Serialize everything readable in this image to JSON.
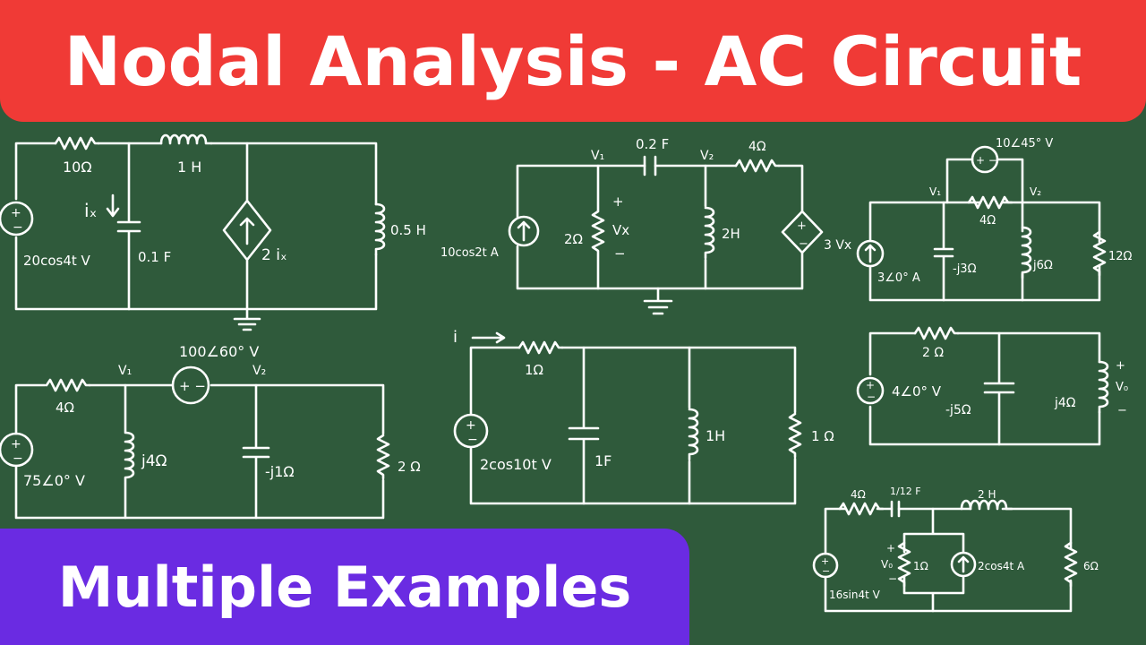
{
  "colors": {
    "board": "#2f5a3b",
    "title_bg": "#f03a36",
    "subtitle_bg": "#6a2be2",
    "chalk": "#ffffff"
  },
  "title": "Nodal Analysis - AC Circuit",
  "subtitle": "Multiple Examples",
  "circuits": {
    "c1": {
      "r_label": "10Ω",
      "l_label": "1 H",
      "ix_label": "iₓ",
      "c_label": "0.1 F",
      "src_label": "20cos4t V",
      "dep_label": "2 iₓ",
      "l2_label": "0.5 H"
    },
    "c2": {
      "v1": "V₁",
      "c_label": "0.2 F",
      "v2": "V₂",
      "r_top": "4Ω",
      "src_label": "10cos2t A",
      "r_label": "2Ω",
      "plus": "+",
      "vx": "Vx",
      "minus": "−",
      "l_label": "2H",
      "dep_label": "3 Vx"
    },
    "c3": {
      "src_top": "10∠45° V",
      "v1": "V₁",
      "v2": "V₂",
      "r_label": "4Ω",
      "src_label": "3∠0° A",
      "c_label": "-j3Ω",
      "l_label": "j6Ω",
      "r2_label": "12Ω"
    },
    "c4": {
      "src_top": "100∠60° V",
      "v1": "V₁",
      "v2": "V₂",
      "r_label": "4Ω",
      "src_label": "75∠0° V",
      "l_label": "j4Ω",
      "c_label": "-j1Ω",
      "r2_label": "2 Ω"
    },
    "c5": {
      "i_label": "i",
      "r_label": "1Ω",
      "src_label": "2cos10t V",
      "c_label": "1F",
      "l_label": "1H",
      "r2_label": "1 Ω"
    },
    "c6": {
      "r_label": "2 Ω",
      "src_label": "4∠0° V",
      "c_label": "-j5Ω",
      "l_label": "j4Ω",
      "plus": "+",
      "vo": "V₀",
      "minus": "−"
    },
    "c7": {
      "r_label": "4Ω",
      "c_label": "1/12 F",
      "l_label": "2 H",
      "src_label": "16sin4t V",
      "plus": "+",
      "vo": "V₀",
      "minus": "−",
      "r_mid": "1Ω",
      "isrc_label": "2cos4t A",
      "r2_label": "6Ω"
    }
  }
}
